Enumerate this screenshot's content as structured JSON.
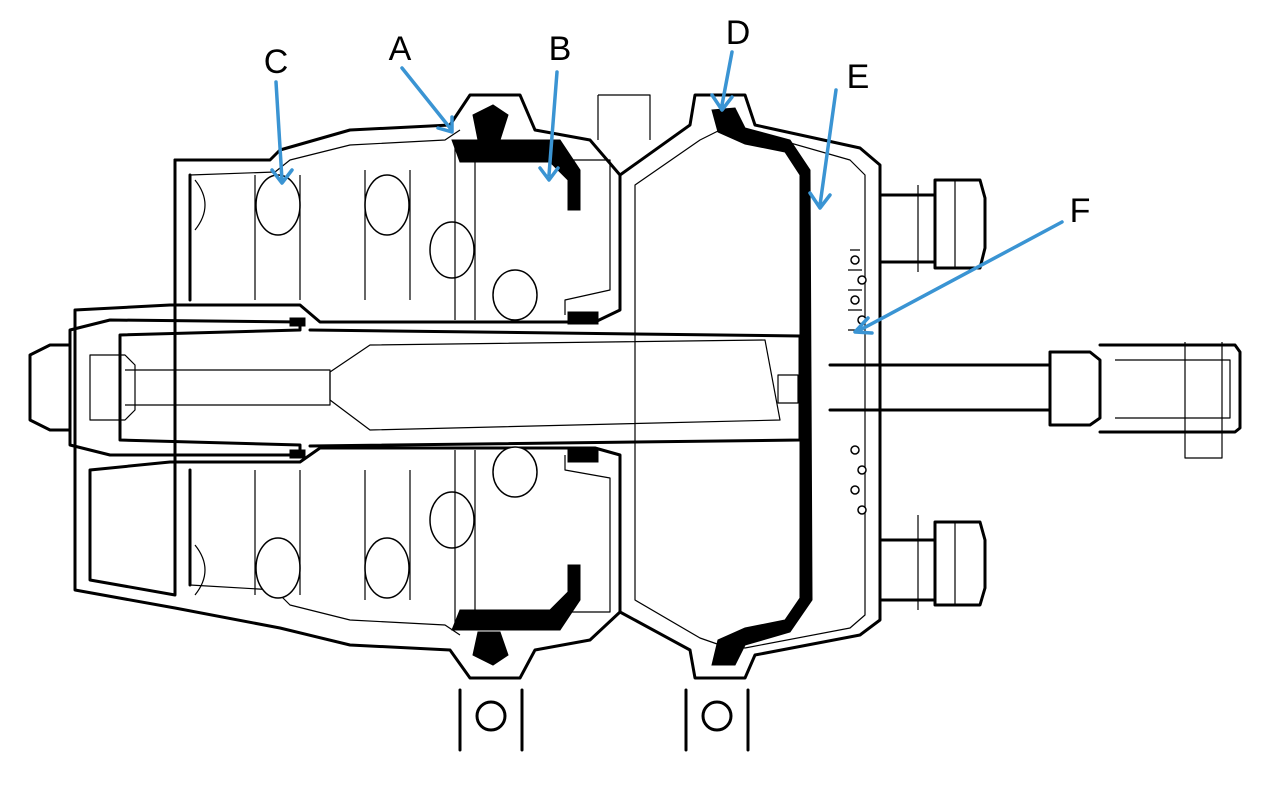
{
  "labels": {
    "a": "A",
    "b": "B",
    "c": "C",
    "d": "D",
    "e": "E",
    "f": "F"
  },
  "colors": {
    "arrow": "#3a94d3",
    "outline": "#000000",
    "background": "#ffffff"
  }
}
